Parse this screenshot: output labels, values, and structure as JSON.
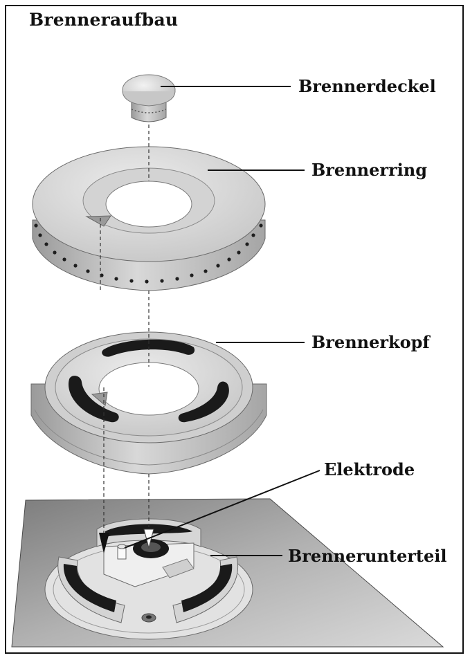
{
  "title": "Brenneraufbau",
  "labels": {
    "brennerdeckel": "Brennerdeckel",
    "brennerring": "Brennerring",
    "brennerkopf": "Brennerkopf",
    "elektrode": "Elektrode",
    "brennerunterteil": "Brennerunterteil"
  },
  "colors": {
    "text": "#111111",
    "frame": "#111111",
    "metal_light": "#e6e6e6",
    "metal_mid": "#c9c9c9",
    "metal_dark": "#8e8e8e",
    "slot": "#1a1a1a",
    "plate": "#a9a9a9"
  }
}
